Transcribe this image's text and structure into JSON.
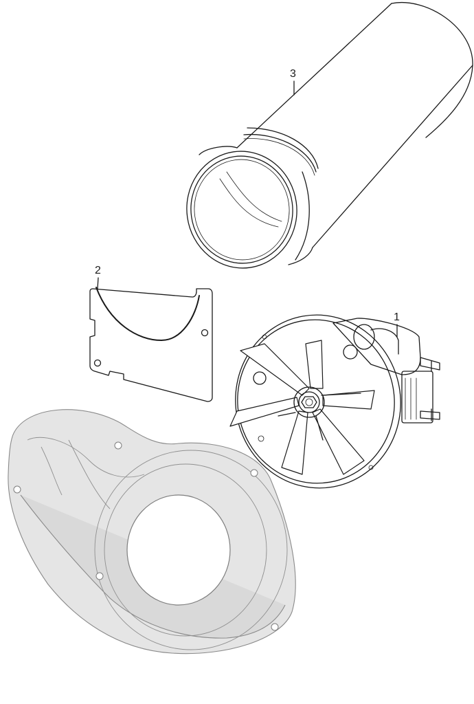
{
  "callouts": [
    {
      "id": "1",
      "label": "1"
    },
    {
      "id": "2",
      "label": "2"
    },
    {
      "id": "3",
      "label": "3"
    }
  ],
  "colors": {
    "line": "#1a1a1a",
    "ghost_fill": "#cfcfcf",
    "background": "#ffffff"
  }
}
